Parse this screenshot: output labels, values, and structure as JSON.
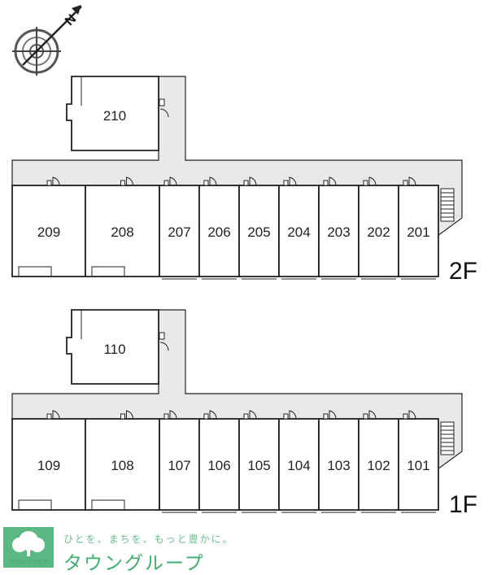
{
  "compass": {
    "north_label": "N"
  },
  "floors": [
    {
      "label": "2F",
      "annex_room": "210",
      "rooms": [
        "209",
        "208",
        "207",
        "206",
        "205",
        "204",
        "203",
        "202",
        "201"
      ]
    },
    {
      "label": "1F",
      "annex_room": "110",
      "rooms": [
        "109",
        "108",
        "107",
        "106",
        "105",
        "104",
        "103",
        "102",
        "101"
      ]
    }
  ],
  "logo": {
    "tagline": "ひとを、まちを、もっと豊かに。",
    "brand": "タウングループ",
    "small_text": "TOWN GROUP"
  },
  "colors": {
    "corridor": "#e9e9e9",
    "wall": "#222222",
    "brand_green": "#3fae6e"
  }
}
